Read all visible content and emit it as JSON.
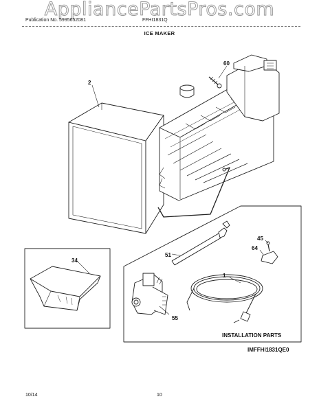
{
  "watermark": "AppliancePartsPros.com",
  "header": {
    "publication": "Publication No. 5995652081",
    "model": "FFHI1831Q",
    "title": "ICE MAKER"
  },
  "callouts": {
    "p2": "2",
    "p60": "60",
    "p34": "34",
    "p51": "51",
    "p45": "45",
    "p64": "64",
    "p1": "1",
    "p55": "55"
  },
  "installation_label": "INSTALLATION PARTS",
  "diagram_code": "IMFFHI1831QE0",
  "footer": {
    "date": "10/14",
    "page": "10"
  }
}
